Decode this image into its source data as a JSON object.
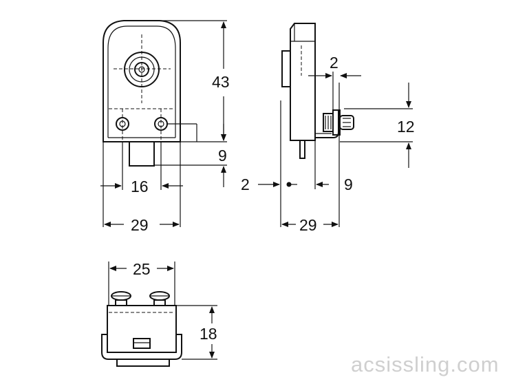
{
  "dimensions": {
    "front_height": "43",
    "front_base": "9",
    "front_hole_spacing": "16",
    "front_width": "29",
    "side_top_offset": "2",
    "side_bracket_height": "12",
    "side_left_offset": "2",
    "side_bracket_offset": "9",
    "side_width": "29",
    "bottom_width": "25",
    "bottom_height": "18"
  },
  "watermark": "acsissling.com"
}
